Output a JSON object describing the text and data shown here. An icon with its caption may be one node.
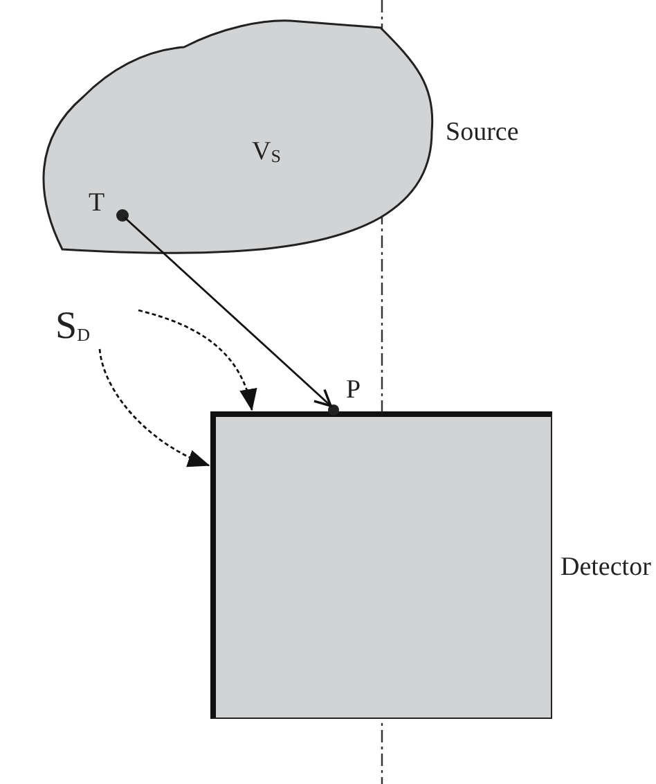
{
  "diagram": {
    "nodes": [
      {
        "text": [
          "V$_{S}$"
        ],
        "beside": [
          "Source"
        ]
      },
      {
        "text": [],
        "shape": "circle",
        "beside": [
          "T"
        ],
        "in": 0
      },
      {
        "text": [],
        "shape": "box",
        "beside": [
          "Detector"
        ]
      },
      {
        "text": [],
        "shape": "circle",
        "beside": [
          "P"
        ]
      },
      {
        "text": [
          "S$_{D}$"
        ]
      }
    ],
    "edges": [
      {
        "from": 1,
        "to": 3,
        "arrow": "to"
      },
      {
        "from": 4,
        "to": 2,
        "arrow": "to",
        "style": "dashed"
      },
      {
        "from": 4,
        "to": 2,
        "arrow": "to",
        "style": "dashed"
      }
    ]
  }
}
